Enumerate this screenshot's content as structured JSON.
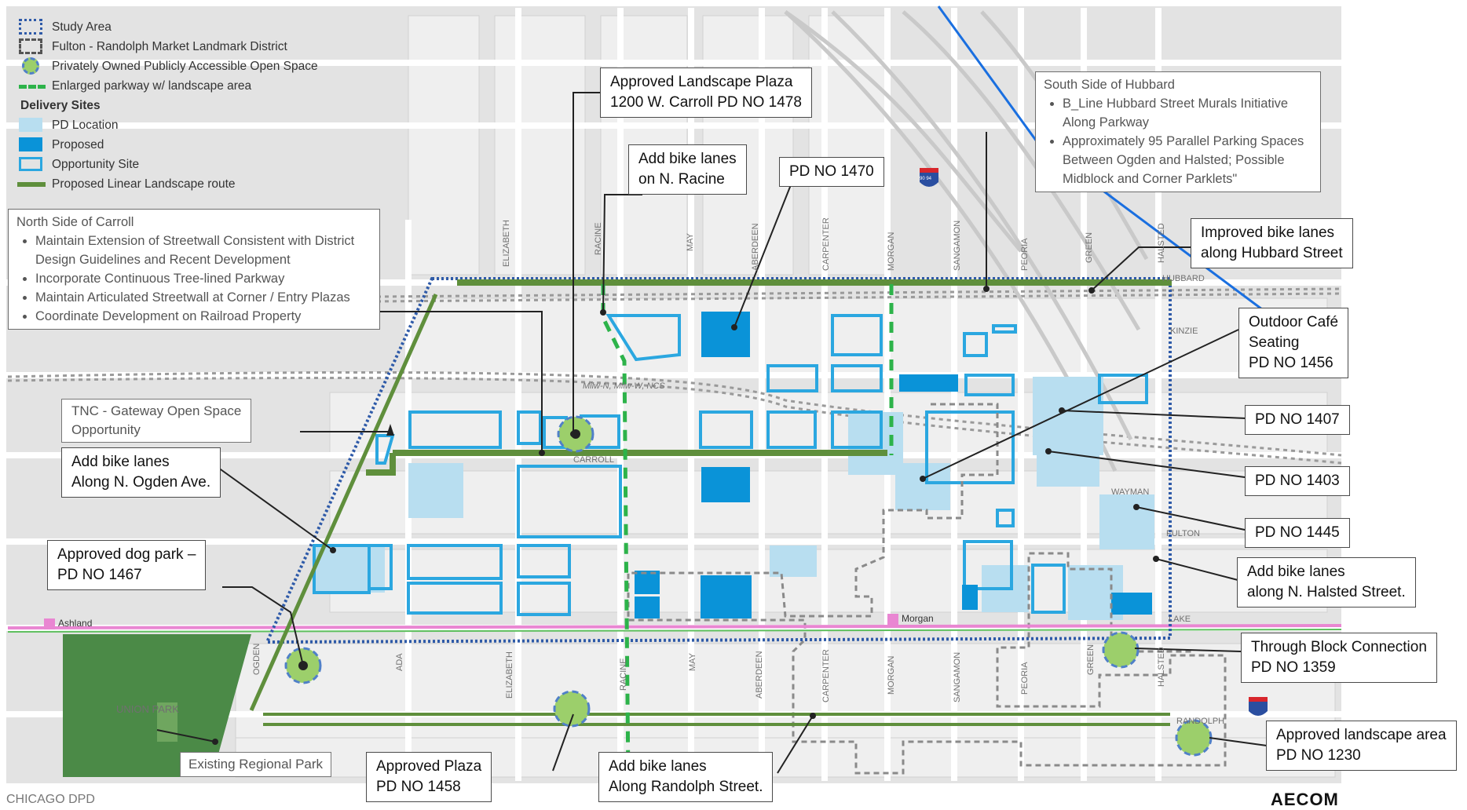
{
  "legend": {
    "study_area": "Study Area",
    "landmark_district": "Fulton - Randolph Market Landmark District",
    "pops": "Privately Owned Publicly Accessible Open Space",
    "parkway": "Enlarged parkway w/ landscape area",
    "delivery_header": "Delivery Sites",
    "pd_location": "PD Location",
    "proposed": "Proposed",
    "opportunity": "Opportunity Site",
    "linear_route": "Proposed Linear Landscape route"
  },
  "colors": {
    "study_area": "#2e5aa8",
    "landmark": "#8a8a8a",
    "pops_fill": "#9ccf6b",
    "green_line": "#5f8f3c",
    "parkway": "#2db34a",
    "pd_location": "#b8def0",
    "proposed": "#0a93d8",
    "opportunity_stroke": "#2ba7e0",
    "pink_line": "#e986d2",
    "blue_line": "#1a6fe0",
    "park": "#4b8a47"
  },
  "streets": {
    "hubbard": "HUBBARD",
    "kinzie": "KINZIE",
    "carroll": "CARROLL",
    "wayman": "WAYMAN",
    "fulton": "FULTON",
    "lake": "LAKE",
    "randolph": "RANDOLPH",
    "elizabeth_top": "ELIZABETH",
    "racine_top": "RACINE",
    "may_top": "MAY",
    "aberdeen_top": "ABERDEEN",
    "carpenter_top": "CARPENTER",
    "morgan_top": "MORGAN",
    "sangamon_top": "SANGAMON",
    "peoria_top": "PEORIA",
    "green_top": "GREEN",
    "halsted_top": "HALSTED",
    "ogden": "OGDEN",
    "ada": "ADA",
    "elizabeth_bot": "ELIZABETH",
    "racine_bot": "RACINE",
    "may_bot": "MAY",
    "aberdeen_bot": "ABERDEEN",
    "carpenter_bot": "CARPENTER",
    "morgan_bot": "MORGAN",
    "sangamon_bot": "SANGAMON",
    "peoria_bot": "PEORIA",
    "green_bot": "GREEN",
    "halsted_bot": "HALSTED",
    "railroad": "Milw-N, Milw-W, NCS",
    "union_park": "UNION PARK",
    "ashland_station": "Ashland",
    "morgan_station": "Morgan",
    "highway_shield": "90 94"
  },
  "callouts": {
    "landscape_plaza": [
      "Approved Landscape Plaza",
      "1200 W. Carroll PD NO 1478"
    ],
    "bike_racine": [
      "Add bike lanes",
      "on N. Racine"
    ],
    "pd1470": [
      "PD NO 1470"
    ],
    "hubbard_lanes": [
      "Improved bike lanes",
      "along Hubbard Street"
    ],
    "cafe": [
      "Outdoor Café",
      "Seating",
      "PD NO 1456"
    ],
    "pd1407": [
      "PD NO 1407"
    ],
    "pd1403": [
      "PD NO 1403"
    ],
    "pd1445": [
      "PD NO 1445"
    ],
    "halsted": [
      "Add bike lanes",
      "along N. Halsted Street."
    ],
    "through_block": [
      "Through Block Connection",
      "PD NO 1359"
    ],
    "landscape_area": [
      "Approved landscape area",
      "PD NO 1230"
    ],
    "plaza1458": [
      "Approved Plaza",
      "PD NO 1458"
    ],
    "randolph_lanes": [
      "Add bike lanes",
      "Along Randolph Street."
    ],
    "existing_park": [
      "Existing Regional Park"
    ],
    "dog_park": [
      "Approved dog park –",
      "PD NO 1467"
    ],
    "ogden_lanes": [
      "Add bike lanes",
      "Along N. Ogden Ave."
    ],
    "tnc": [
      "TNC - Gateway Open Space",
      "Opportunity"
    ]
  },
  "notes": {
    "north_carroll": {
      "title": "North Side of Carroll",
      "items": [
        "Maintain Extension of Streetwall Consistent with District Design Guidelines and Recent Development",
        "Incorporate Continuous Tree-lined Parkway",
        "Maintain Articulated Streetwall at Corner / Entry Plazas",
        "Coordinate Development on Railroad Property"
      ]
    },
    "south_hubbard": {
      "title": "South Side of Hubbard",
      "items": [
        "B_Line Hubbard Street Murals Initiative Along Parkway",
        "Approximately 95 Parallel Parking Spaces Between Ogden and Halsted; Possible Midblock and Corner Parklets\""
      ]
    }
  },
  "credits": {
    "left": "CHICAGO DPD",
    "right": "AECOM"
  }
}
